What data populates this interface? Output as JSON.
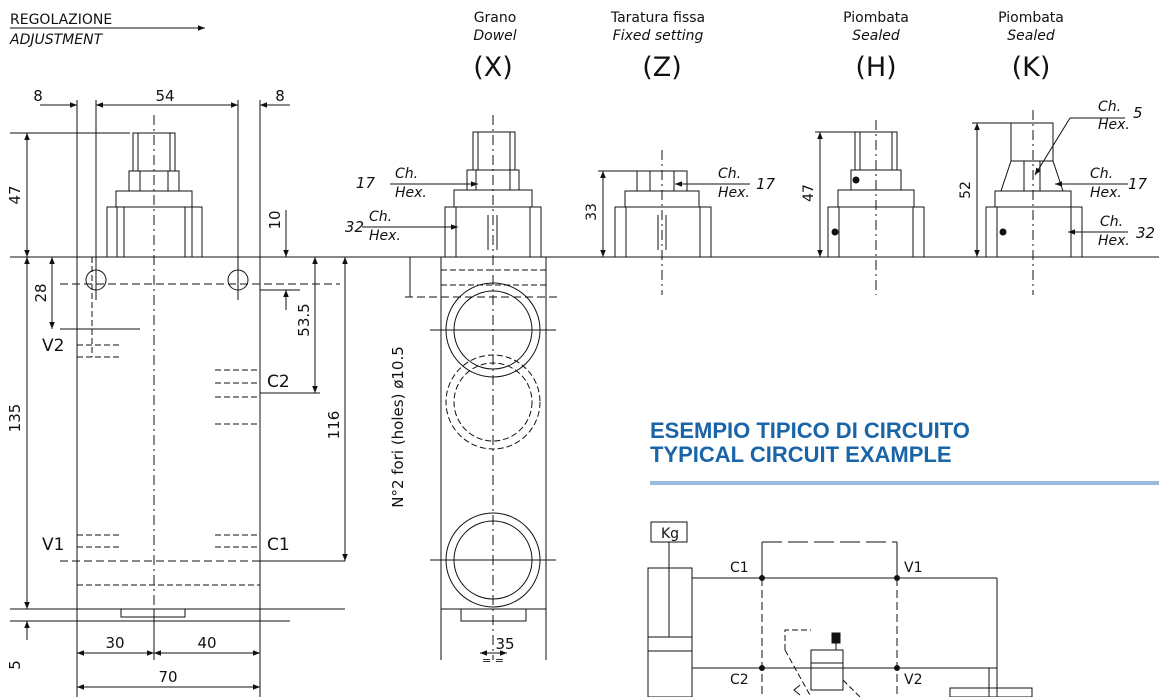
{
  "header": {
    "adjustment_it": "REGOLAZIONE",
    "adjustment_en": "ADJUSTMENT"
  },
  "variants": [
    {
      "name_it": "Grano",
      "name_en": "Dowel",
      "code": "(X)"
    },
    {
      "name_it": "Taratura fissa",
      "name_en": "Fixed setting",
      "code": "(Z)"
    },
    {
      "name_it": "Piombata",
      "name_en": "Sealed",
      "code": "(H)"
    },
    {
      "name_it": "Piombata",
      "name_en": "Sealed",
      "code": "(K)"
    }
  ],
  "front_view": {
    "dim_side_left": "8",
    "dim_width_top": "54",
    "dim_side_right": "8",
    "dim_height_knob": "47",
    "dim_28": "28",
    "dim_body_height": "135",
    "dim_bottom": "5",
    "dim_10": "10",
    "dim_53_5": "53.5",
    "dim_116": "116",
    "dim_30": "30",
    "dim_40": "40",
    "dim_70": "70",
    "port_v2": "V2",
    "port_c2": "C2",
    "port_v1": "V1",
    "port_c1": "C1"
  },
  "side_view": {
    "holes_note": "N°2 fori (holes) ø10.5",
    "hex17_value": "17",
    "hex32_value": "32",
    "ch_label": "Ch.",
    "hex_label": "Hex.",
    "dim_35": "35",
    "equal_marks": "= ="
  },
  "z_view": {
    "dim_33": "33",
    "hex_value": "17"
  },
  "h_view": {
    "dim_47": "47"
  },
  "k_view": {
    "dim_52": "52",
    "hex5_value": "5",
    "hex17_value": "17",
    "hex32_value": "32"
  },
  "circuit": {
    "title_it": "ESEMPIO TIPICO DI CIRCUITO",
    "title_en": "TYPICAL CIRCUIT EXAMPLE",
    "accent_color": "#1a64a8",
    "load_label": "Kg",
    "port_c1": "C1",
    "port_v1": "V1",
    "port_c2": "C2",
    "port_v2": "V2"
  }
}
